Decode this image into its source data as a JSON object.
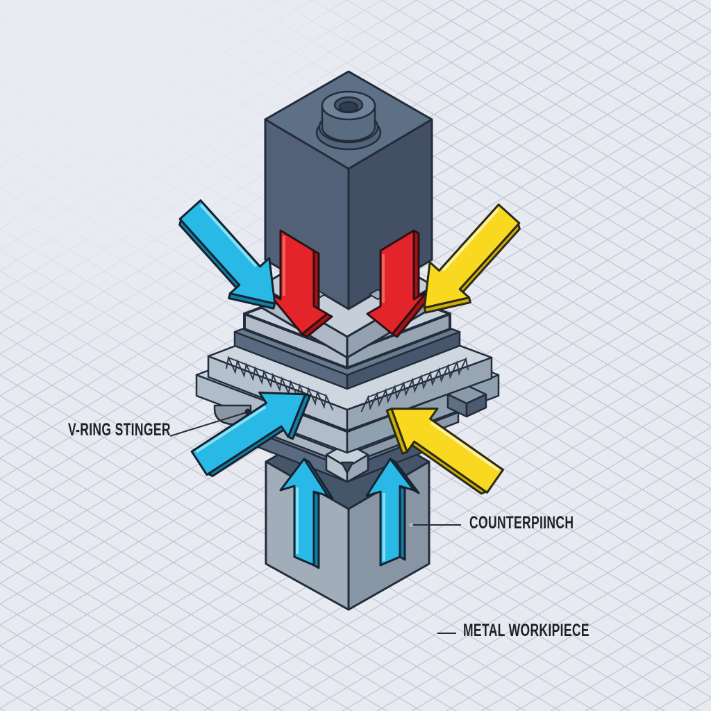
{
  "scene": {
    "labels": {
      "v_ring": "V-RING STINGER",
      "counterpunch": "COUNTERPIINCH",
      "workpiece": "METAL WORKIPIECE"
    },
    "colors": {
      "background": "#e8eaf2",
      "grid_line": "#c1c5d3",
      "outline": "#222c3a",
      "red_arrow": "#e3242b",
      "red_arrow_side": "#a61217",
      "cyan_arrow": "#29b9e7",
      "cyan_arrow_side": "#117fa8",
      "yellow_arrow": "#f8d91f",
      "yellow_arrow_side": "#cfae05",
      "punch_top": "#5e7086",
      "punch_left": "#536178",
      "punch_right": "#434f64",
      "plate_top": "#c9d3dd",
      "plate_left": "#b0bcc8",
      "plate_right": "#93a1b0",
      "dark_plate_left": "#5a6a80",
      "dark_plate_right": "#46566c",
      "block_left": "#a2adba",
      "block_right": "#8795a4",
      "label_text": "#1d2026"
    }
  }
}
